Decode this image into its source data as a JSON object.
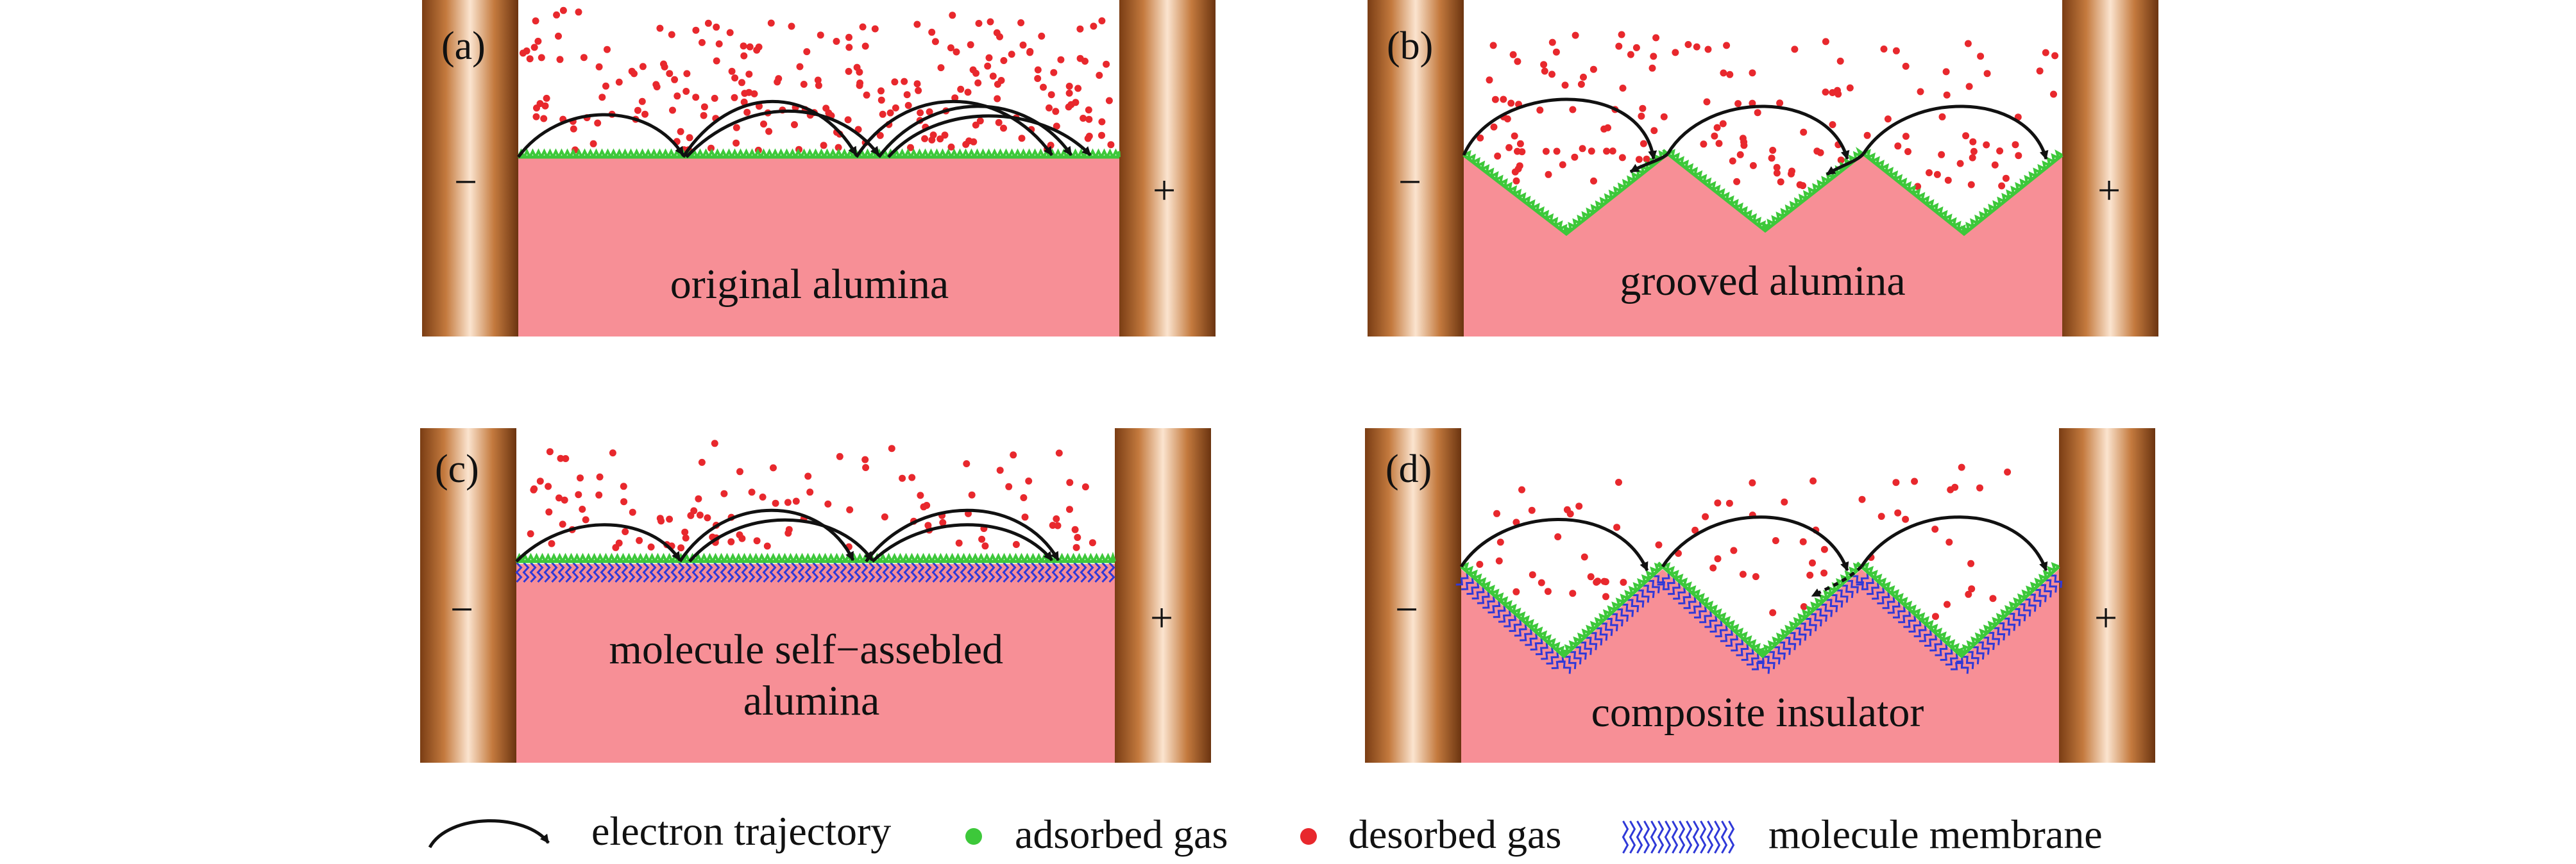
{
  "panels": [
    {
      "id": "a",
      "label": "(a)",
      "left_sign": "−",
      "right_sign": "+",
      "caption": [
        "original alumina"
      ]
    },
    {
      "id": "b",
      "label": "(b)",
      "left_sign": "−",
      "right_sign": "+",
      "caption": [
        "grooved alumina"
      ]
    },
    {
      "id": "c",
      "label": "(c)",
      "left_sign": "−",
      "right_sign": "+",
      "caption": [
        "molecule self−assebled",
        "alumina"
      ]
    },
    {
      "id": "d",
      "label": "(d)",
      "left_sign": "−",
      "right_sign": "+",
      "caption": [
        "composite insulator"
      ]
    }
  ],
  "legend": {
    "electron": "electron trajectory",
    "adsorbed": "adsorbed gas",
    "desorbed": "desorbed gas",
    "membrane": "molecule membrane"
  },
  "colors": {
    "insulator": "#f78f96",
    "adsorbed_gas": "#3dc83a",
    "desorbed_gas": "#e8282d",
    "membrane": "#2f39d8",
    "trajectory": "#111111",
    "electrode_dark": "#7a3d14",
    "electrode_light": "#fbe4cf"
  }
}
